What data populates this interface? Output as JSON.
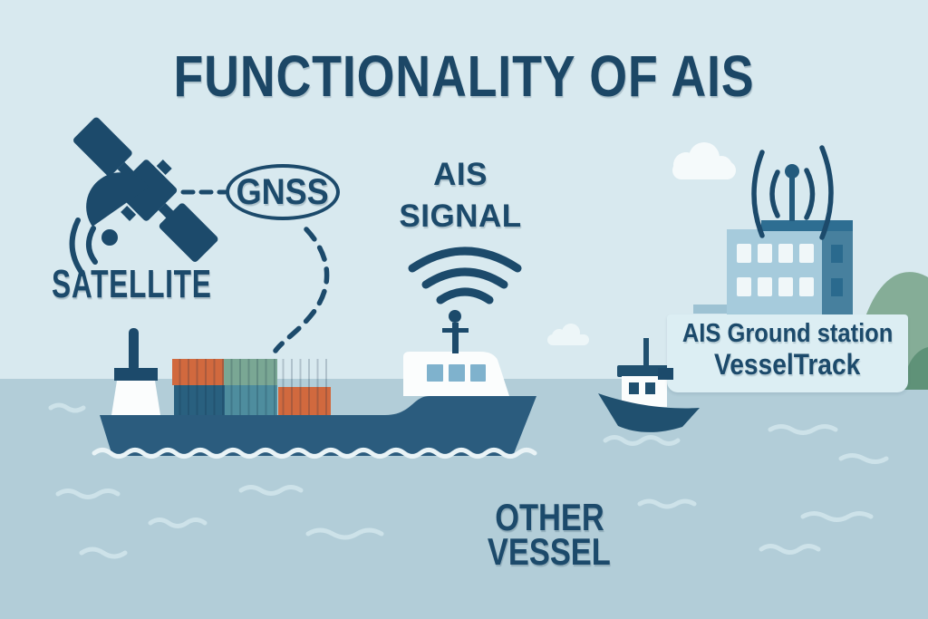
{
  "title": "FUNCTIONALITY OF AIS",
  "satellite": {
    "label": "SATELLITE",
    "bubble": "GNSS"
  },
  "ais_signal": {
    "line1": "AIS",
    "line2": "SIGNAL"
  },
  "other_vessel": {
    "line1": "OTHER",
    "line2": "VESSEL"
  },
  "ground_station": {
    "line1": "AIS Ground station",
    "line2": "VesselTrack"
  },
  "icons": [
    "satellite-icon",
    "gnss-dash-line",
    "gnss-ship-dash-curve",
    "ais-signal-waves-icon",
    "cargo-ship-icon",
    "small-boat-icon",
    "ground-station-building-icon",
    "antenna-icon",
    "cloud-icon",
    "hill-shape",
    "sea-wave-icon"
  ],
  "palette": {
    "sky": "#d8e9ef",
    "sea": "#b2cdd8",
    "navy_text": "#1c4a6b",
    "ship_hull": "#2b5c7e",
    "small_boat": "#20506f",
    "container_orange": "#d1693e",
    "container_green": "#7aa794",
    "container_teal": "#4e8d9e",
    "container_navy": "#29607f",
    "building_front": "#a6cbdc",
    "building_side": "#47809e",
    "building_roof": "#2e6e92",
    "hill_light": "#85ad97",
    "hill_dark": "#5f9278",
    "label_box": "#dceef3",
    "wave": "#cde2e9",
    "white": "#fbfdfd"
  }
}
